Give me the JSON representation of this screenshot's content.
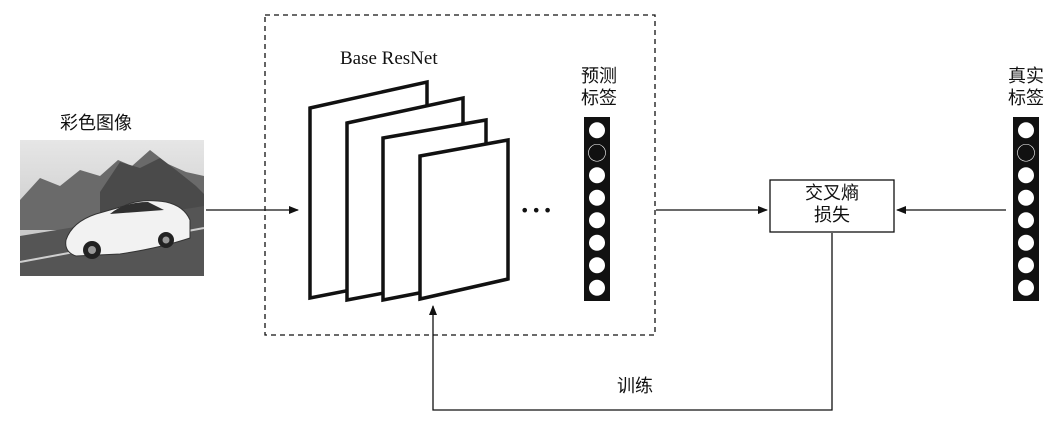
{
  "input": {
    "label": "彩色图像"
  },
  "network": {
    "title": "Base ResNet",
    "ellipsis": "•••"
  },
  "predicted": {
    "line1": "预测",
    "line2": "标签"
  },
  "truth": {
    "line1": "真实",
    "line2": "标签"
  },
  "loss": {
    "line1": "交叉熵",
    "line2": "损失"
  },
  "training": {
    "label": "训练"
  },
  "label_vectors": {
    "predicted_filled": [
      false,
      true,
      false,
      false,
      false,
      false,
      false,
      false
    ],
    "truth_filled": [
      false,
      true,
      false,
      false,
      false,
      false,
      false,
      false
    ]
  },
  "colors": {
    "stroke": "#111111",
    "fill": "#111111"
  }
}
